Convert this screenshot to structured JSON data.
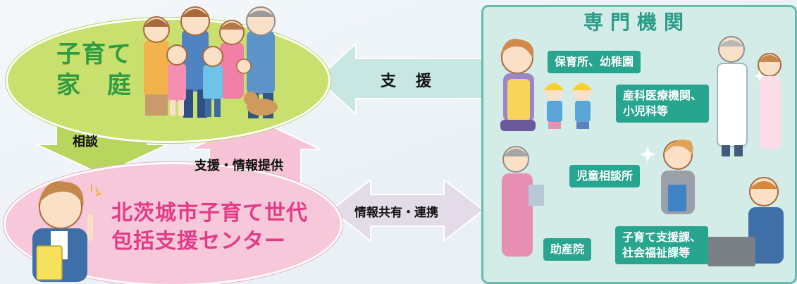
{
  "family": {
    "label": "子育て\n家　庭"
  },
  "center": {
    "label": "北茨城市子育て世代\n包括支援センター"
  },
  "specialists": {
    "title": "専門機関",
    "items": [
      {
        "label": "保育所、幼稚園"
      },
      {
        "label": "産科医療機関、\n小児科等"
      },
      {
        "label": "児童相談所"
      },
      {
        "label": "助産院"
      },
      {
        "label": "子育て支援課、\n社会福祉課等"
      }
    ]
  },
  "arrows": {
    "consult": "相談",
    "support_info": "支援・情報提供",
    "support": "支　援",
    "share": "情報共有・連携"
  },
  "colors": {
    "family_fill": "#c9e06f",
    "family_text": "#2f9c41",
    "center_fill": "#f7c8da",
    "center_text": "#e43b87",
    "specialist_fill": "#d3ece7",
    "specialist_border": "#65bdb0",
    "specialist_tag": "#27a58f"
  }
}
